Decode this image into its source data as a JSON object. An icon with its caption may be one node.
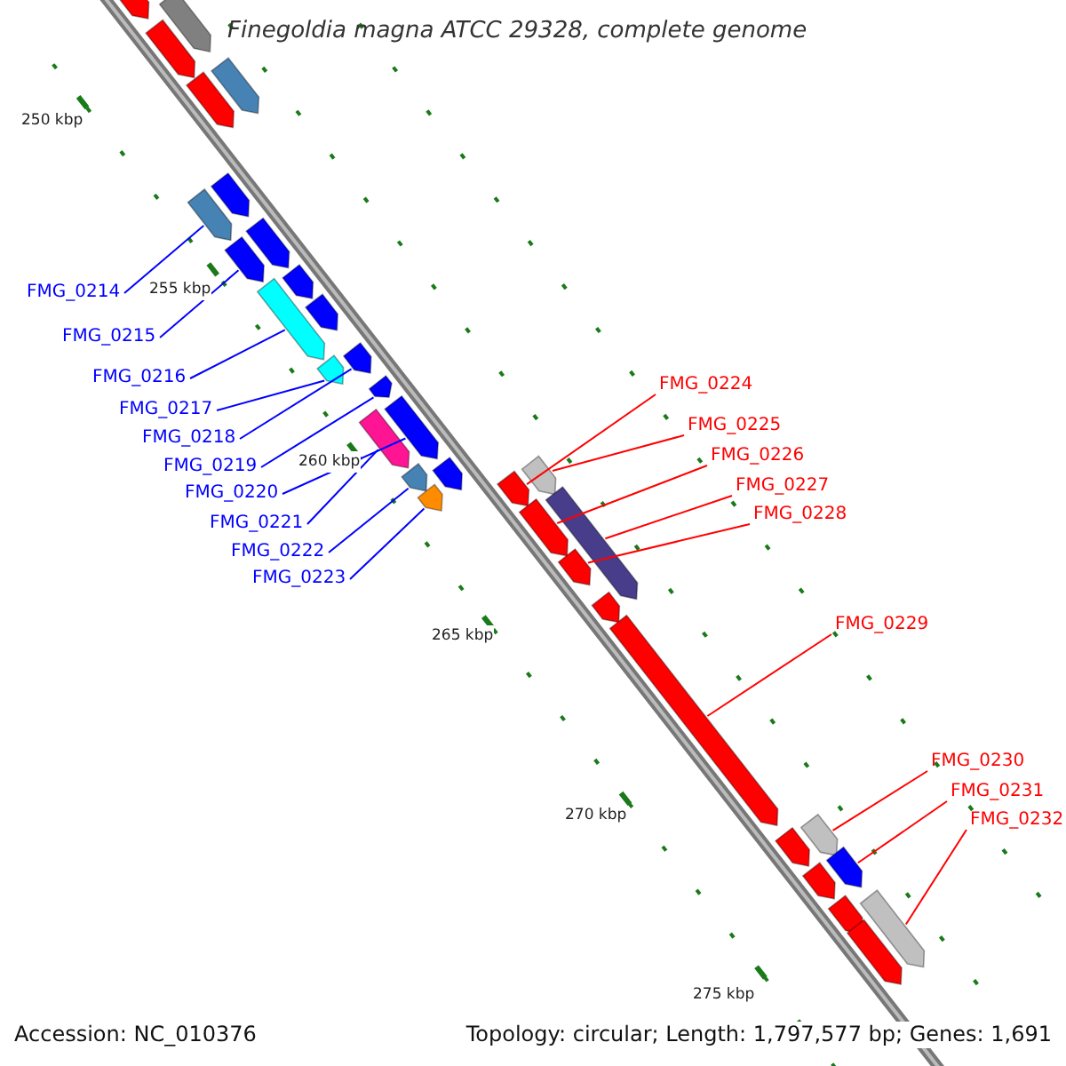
{
  "diagram": {
    "title": "Finegoldia magna ATCC 29328, complete genome",
    "nodes": [
      {
        "text": [
          "FMG_0214"
        ]
      },
      {
        "text": [
          "FMG_0215"
        ]
      },
      {
        "text": [
          "FMG_0216"
        ]
      },
      {
        "text": [
          "FMG_0217"
        ]
      },
      {
        "text": [
          "FMG_0218"
        ]
      },
      {
        "text": [
          "FMG_0219"
        ]
      },
      {
        "text": [
          "FMG_0220"
        ]
      },
      {
        "text": [
          "FMG_0221"
        ]
      },
      {
        "text": [
          "FMG_0222"
        ]
      },
      {
        "text": [
          "FMG_0223"
        ]
      },
      {
        "text": [
          "FMG_0224"
        ]
      },
      {
        "text": [
          "FMG_0225"
        ]
      },
      {
        "text": [
          "FMG_0226"
        ]
      },
      {
        "text": [
          "FMG_0227"
        ]
      },
      {
        "text": [
          "FMG_0228"
        ]
      },
      {
        "text": [
          "FMG_0229"
        ]
      },
      {
        "text": [
          "FMG_0230"
        ]
      },
      {
        "text": [
          "FMG_0231"
        ]
      },
      {
        "text": [
          "FMG_0232"
        ]
      },
      {
        "text": [],
        "shape": "bar"
      },
      {
        "text": [],
        "shape": "bar"
      },
      {
        "text": [],
        "shape": "bar"
      },
      {
        "text": [],
        "shape": "bar"
      },
      {
        "text": [],
        "shape": "bar"
      },
      {
        "text": [],
        "shape": "bar"
      },
      {
        "text": [],
        "shape": "bar"
      },
      {
        "text": [],
        "shape": "bar"
      },
      {
        "text": [],
        "shape": "bar"
      },
      {
        "text": [],
        "shape": "bar"
      },
      {
        "text": [],
        "shape": "bar"
      },
      {
        "text": [],
        "shape": "bar"
      },
      {
        "text": [],
        "shape": "bar"
      },
      {
        "text": [],
        "shape": "bar"
      },
      {
        "text": [],
        "shape": "bar"
      },
      {
        "text": [],
        "shape": "bar"
      },
      {
        "text": [],
        "shape": "bar"
      },
      {
        "text": [],
        "shape": "bar"
      },
      {
        "text": [],
        "shape": "bar"
      },
      {
        "text": [],
        "shape": "bar"
      },
      {
        "text": [],
        "shape": "bar"
      },
      {
        "text": [],
        "shape": "bar"
      },
      {
        "text": [],
        "shape": "bar"
      },
      {
        "text": [],
        "shape": "bar"
      },
      {
        "text": [],
        "shape": "bar"
      },
      {
        "text": [],
        "shape": "bar"
      },
      {
        "text": [],
        "shape": "bar"
      },
      {
        "text": [],
        "shape": "bar"
      },
      {
        "text": [],
        "shape": "bar"
      },
      {
        "text": [],
        "shape": "bar"
      },
      {
        "text": [],
        "shape": "bar"
      },
      {
        "text": [],
        "shape": "bar"
      },
      {
        "text": [],
        "shape": "bar"
      },
      {
        "text": [],
        "shape": "bar"
      }
    ],
    "edges": [
      {
        "from": 0,
        "to": 25,
        "arrow": "none"
      },
      {
        "from": 1,
        "to": 27,
        "arrow": "none"
      },
      {
        "from": 2,
        "to": 29,
        "arrow": "none"
      },
      {
        "from": 3,
        "to": 32,
        "arrow": "none"
      },
      {
        "from": 4,
        "to": 31,
        "arrow": "none"
      },
      {
        "from": 5,
        "to": 33,
        "arrow": "none"
      },
      {
        "from": 6,
        "to": 34,
        "arrow": "none"
      },
      {
        "from": 7,
        "to": 35,
        "arrow": "none"
      },
      {
        "from": 8,
        "to": 38,
        "arrow": "none"
      },
      {
        "from": 9,
        "to": 41,
        "arrow": "none"
      },
      {
        "from": 10,
        "to": 39,
        "arrow": "none",
        "color": "#ff0000"
      },
      {
        "from": 11,
        "to": 36,
        "arrow": "none",
        "color": "#ff0000"
      },
      {
        "from": 12,
        "to": 42,
        "arrow": "none",
        "color": "#ff0000"
      },
      {
        "from": 13,
        "to": 40,
        "arrow": "none",
        "color": "#ff0000"
      },
      {
        "from": 14,
        "to": 43,
        "arrow": "none",
        "color": "#ff0000"
      },
      {
        "from": 15,
        "to": 45,
        "arrow": "none",
        "color": "#ff0000"
      },
      {
        "from": 16,
        "to": 46,
        "arrow": "none",
        "color": "#ff0000"
      },
      {
        "from": 17,
        "to": 48,
        "arrow": "none",
        "color": "#ff0000"
      },
      {
        "from": 18,
        "to": 50,
        "arrow": "none",
        "color": "#ff0000"
      }
    ],
    "labels": [
      "250 kbp",
      "255 kbp",
      "260 kbp",
      "265 kbp",
      "270 kbp",
      "275 kbp",
      "Accession: NC_010376",
      "Topology: circular; Length: 1,797,577 bp; Genes: 1,691"
    ]
  }
}
